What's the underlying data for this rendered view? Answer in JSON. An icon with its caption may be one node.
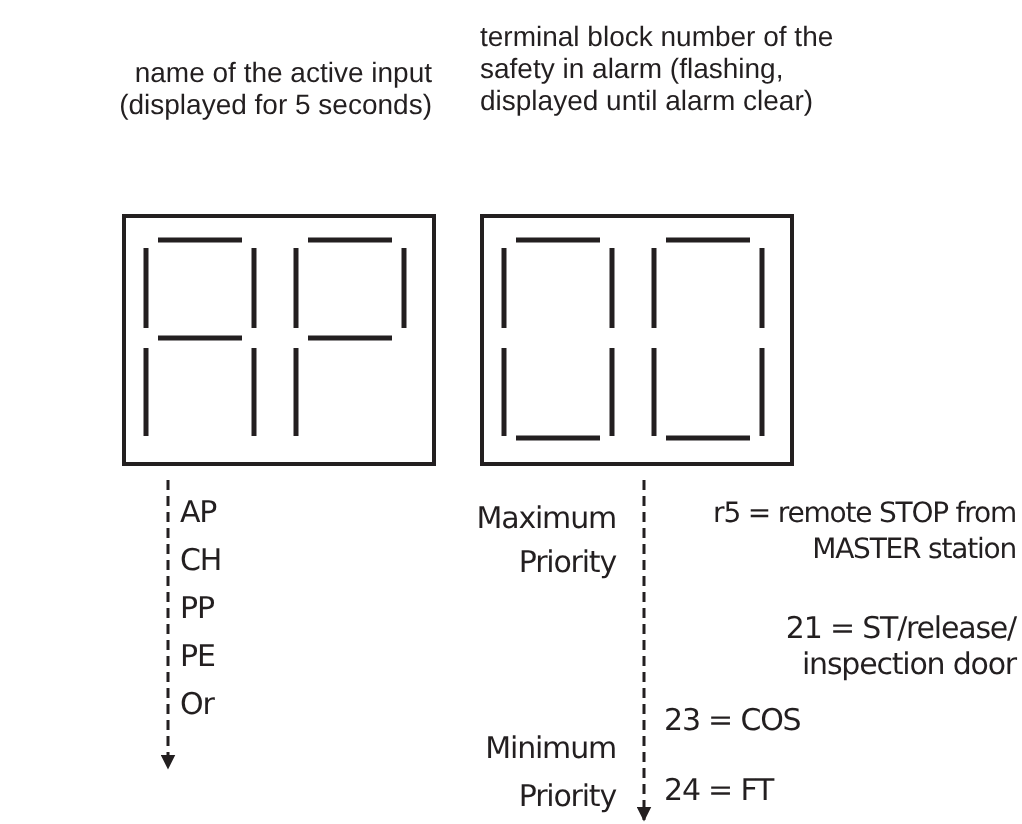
{
  "diagram": {
    "nodes": [
      {
        "text": [],
        "shape": "box",
        "beside": [
          "name of the active input (displayed for 5 seconds)"
        ]
      },
      {
        "text": [],
        "shape": "box",
        "beside": [
          "terminal block number of the safety in alarm (flashing, displayed until alarm clear)"
        ]
      }
    ],
    "labels": [
      "AP",
      "CH",
      "PP",
      "PE",
      "Or",
      "Maximum Priority",
      "r5 = remote STOP from MASTER station",
      "21 = ST/release/ inspection door",
      "23 = COS",
      "Minimum Priority",
      "24 = FT"
    ]
  }
}
